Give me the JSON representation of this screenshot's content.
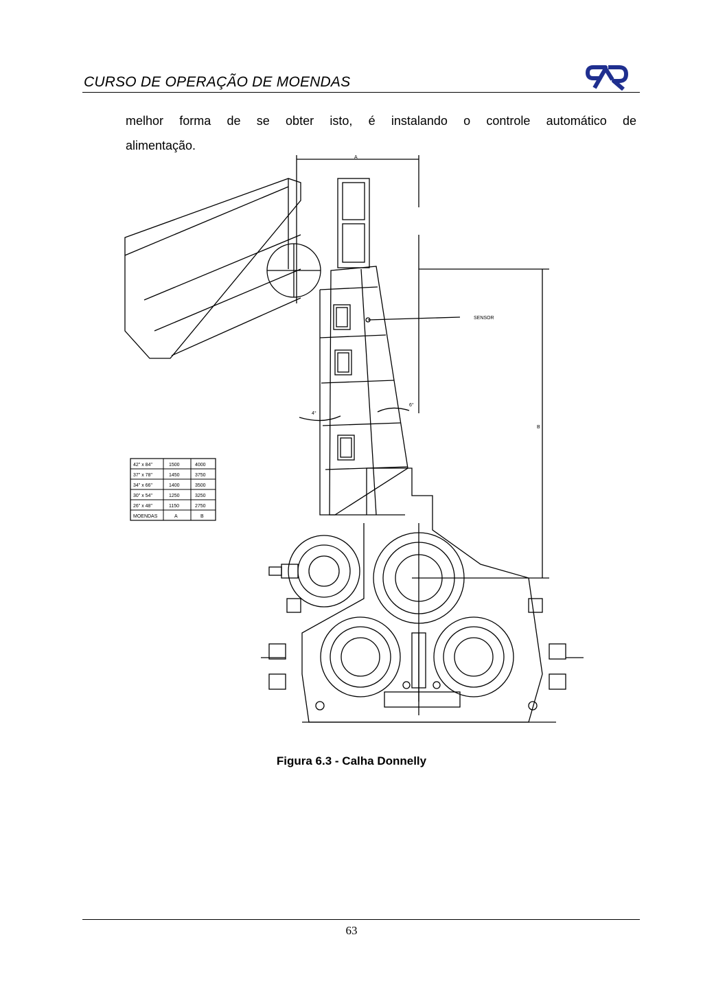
{
  "header": {
    "title": "CURSO DE OPERAÇÃO DE MOENDAS",
    "logo": "company-logo"
  },
  "body": {
    "line1": "melhor forma de se obter isto, é instalando o controle automático de",
    "line2": "alimentação."
  },
  "figure": {
    "sensor_label": "SENSOR",
    "angle_left": "4°",
    "angle_right": "6°",
    "dim_top": "A",
    "dim_side": "B",
    "table": {
      "rows": [
        [
          "42\" x 84\"",
          "1500",
          "4000"
        ],
        [
          "37\" x 78\"",
          "1450",
          "3750"
        ],
        [
          "34\" x 66\"",
          "1400",
          "3500"
        ],
        [
          "30\" x 54\"",
          "1250",
          "3250"
        ],
        [
          "26\" x 48\"",
          "1150",
          "2750"
        ],
        [
          "MOENDAS",
          "A",
          "B"
        ]
      ]
    },
    "caption": "Figura 6.3 - Calha Donnelly"
  },
  "footer": {
    "page_number": "63"
  }
}
